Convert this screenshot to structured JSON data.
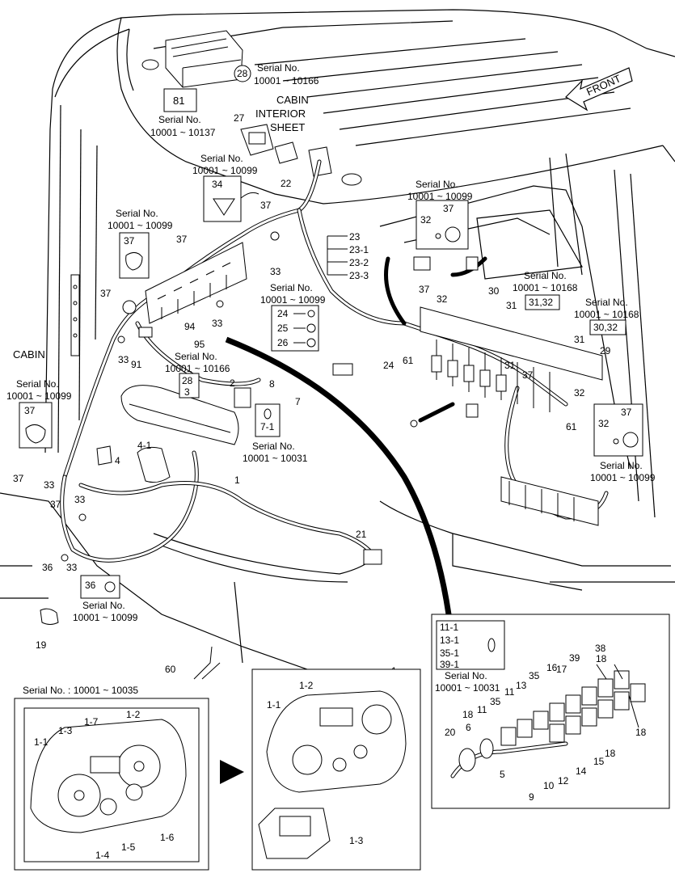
{
  "labels": {
    "serial_10001_10166_a": [
      "Serial No.",
      "10001 ~ 10166"
    ],
    "serial_10001_10137": [
      "Serial No.",
      "10001 ~ 10137"
    ],
    "serial_10001_10099_34": [
      "Serial No.",
      "10001 ~ 10099"
    ],
    "serial_10001_10099_left37": [
      "Serial No.",
      "10001 ~ 10099"
    ],
    "serial_10001_10099_24": [
      "Serial No.",
      "10001 ~ 10099"
    ],
    "serial_10001_10166_b": [
      "Serial No.",
      "10001 ~ 10166"
    ],
    "serial_10001_10031": [
      "Serial No.",
      "10001 ~ 10031"
    ],
    "serial_10001_10099_cabin": [
      "Serial No.",
      "10001 ~ 10099"
    ],
    "serial_10001_10099_36": [
      "Serial No.",
      "10001 ~ 10099"
    ],
    "serial_10001_10099_top_right": [
      "Serial No.",
      "10001 ~ 10099"
    ],
    "serial_10001_10168_a": [
      "Serial No.",
      "10001 ~ 10168"
    ],
    "serial_10001_10168_b": [
      "Serial No.",
      "10001 ~ 10168"
    ],
    "serial_10001_10099_right": [
      "Serial No.",
      "10001 ~ 10099"
    ],
    "serial_10001_10031_panel": [
      "Serial No.",
      "10001 ~ 10031"
    ],
    "serial_panel_left": "Serial No. : 10001 ~ 10035",
    "cabin_interior_sheet": [
      "CABIN",
      "INTERIOR",
      "SHEET"
    ],
    "cabin": "CABIN",
    "front": "FRONT",
    "part_numbers": {
      "p81": "81",
      "p28": "28",
      "p27": "27",
      "p22": "22",
      "p34": "34",
      "p37": "37",
      "p33": "33",
      "p23": "23",
      "p23_1": "23-1",
      "p23_2": "23-2",
      "p23_3": "23-3",
      "p32": "32",
      "p30": "30",
      "p31": "31",
      "p31_32": "31,32",
      "p30_32": "30,32",
      "p29": "29",
      "p24": "24",
      "p25": "25",
      "p26": "26",
      "p61": "61",
      "p94": "94",
      "p95": "95",
      "p91": "91",
      "p2": "2",
      "p8": "8",
      "p3": "3",
      "p7": "7",
      "p7_1": "7-1",
      "p4_1": "4-1",
      "p4": "4",
      "p1": "1",
      "p21": "21",
      "p36": "36",
      "p19": "19",
      "p60": "60",
      "p11_1": "11-1",
      "p13_1": "13-1",
      "p35_1": "35-1",
      "p39_1": "39-1",
      "p1_1": "1-1",
      "p1_2": "1-2",
      "p1_3": "1-3",
      "p1_4": "1-4",
      "p1_5": "1-5",
      "p1_6": "1-6",
      "p1_7": "1-7",
      "p18": "18",
      "p38": "38",
      "p39": "39",
      "p16": "16",
      "p17": "17",
      "p35": "35",
      "p13": "13",
      "p11": "11",
      "p20": "20",
      "p6": "6",
      "p5": "5",
      "p9": "9",
      "p10": "10",
      "p12": "12",
      "p14": "14",
      "p15": "15"
    }
  }
}
